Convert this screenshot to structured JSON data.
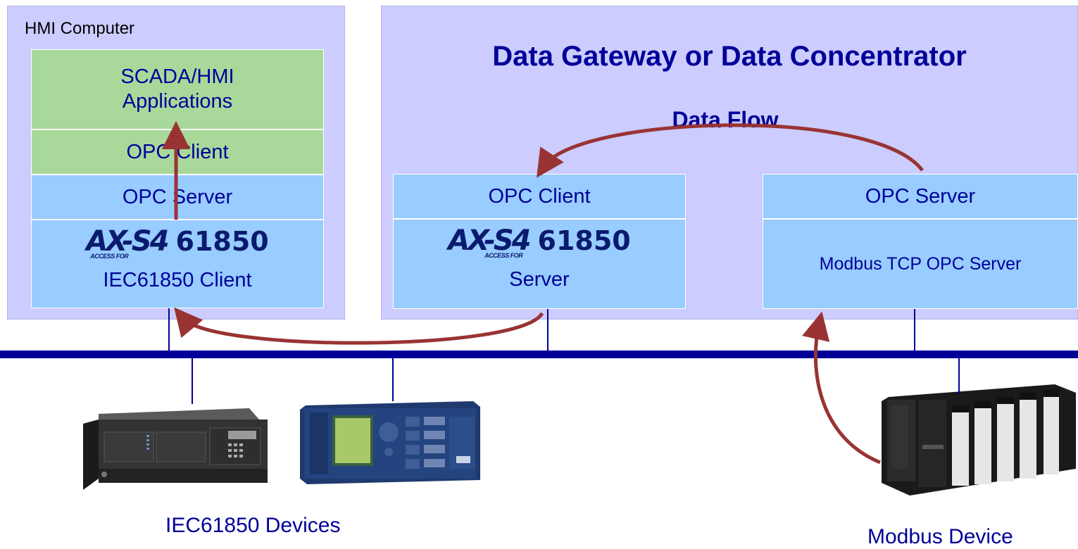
{
  "hmi": {
    "title": "HMI Computer",
    "scada_label": "SCADA/HMI\nApplications",
    "opc_client_label": "OPC Client",
    "opc_server_label": "OPC Server",
    "logo_mark": "AX-S4",
    "logo_number": "61850",
    "logo_tagline": "ACCESS FOR",
    "iec_client_label": "IEC61850 Client"
  },
  "gateway": {
    "title": "Data Gateway or Data Concentrator",
    "data_flow_label": "Data Flow",
    "left_stack": {
      "opc_client_label": "OPC Client",
      "logo_mark": "AX-S4",
      "logo_number": "61850",
      "logo_tagline": "ACCESS FOR",
      "server_label": "Server"
    },
    "right_stack": {
      "opc_server_label": "OPC Server",
      "modbus_label": "Modbus TCP OPC Server"
    }
  },
  "devices": {
    "iec61850_label": "IEC61850 Devices",
    "modbus_label": "Modbus Device"
  },
  "colors": {
    "panel": "#CCCCFF",
    "green": "#A8D89A",
    "blue": "#99CCFF",
    "text": "#000099",
    "bus": "#000099",
    "arrow": "#993333"
  }
}
